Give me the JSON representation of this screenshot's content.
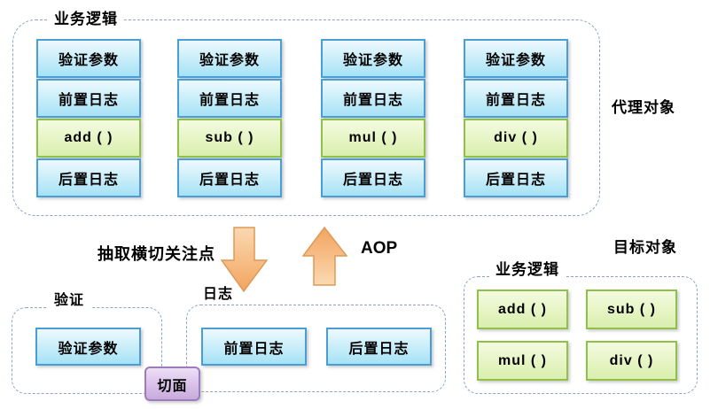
{
  "proxy": {
    "group_label": "业务逻辑",
    "side_label": "代理对象",
    "columns": [
      {
        "cells": [
          "验证参数",
          "前置日志",
          "add (  )",
          "后置日志"
        ]
      },
      {
        "cells": [
          "验证参数",
          "前置日志",
          "sub (  )",
          "后置日志"
        ]
      },
      {
        "cells": [
          "验证参数",
          "前置日志",
          "mul (  )",
          "后置日志"
        ]
      },
      {
        "cells": [
          "验证参数",
          "前置日志",
          "div (  )",
          "后置日志"
        ]
      }
    ]
  },
  "middle": {
    "extract_label": "抽取横切关注点",
    "aop_label": "AOP"
  },
  "aspect": {
    "validation": {
      "group_label": "验证",
      "box": "验证参数"
    },
    "logging": {
      "group_label": "日志",
      "boxes": [
        "前置日志",
        "后置日志"
      ]
    },
    "badge": "切面"
  },
  "target": {
    "side_label": "目标对象",
    "group_label": "业务逻辑",
    "methods": [
      "add (  )",
      "sub (  )",
      "mul (  )",
      "div (  )"
    ]
  },
  "colors": {
    "blue_box_border": "#4a9ed8",
    "blue_box_fill": "#a6e2f6",
    "green_box_border": "#8fc04a",
    "green_box_fill": "#d9efae",
    "purple_badge_border": "#9d7cbd",
    "purple_badge_fill": "#d9c0e9",
    "arrow_fill": "#f4a965",
    "arrow_border": "#dd9a55",
    "dashed_border": "#8fa3c6",
    "text": "#000000"
  }
}
